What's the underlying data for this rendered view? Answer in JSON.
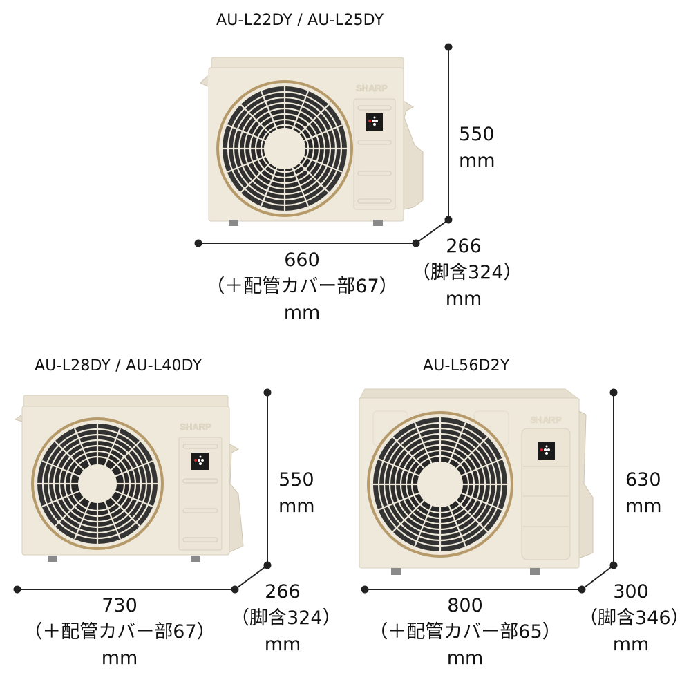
{
  "units": [
    {
      "model": "AU-L22DY / AU-L25DY",
      "height": {
        "value": "550",
        "unit": "mm"
      },
      "width": {
        "value": "660",
        "note": "（＋配管カバー部67）",
        "unit": "mm"
      },
      "depth": {
        "value": "266",
        "note": "（脚含324）",
        "unit": "mm"
      },
      "brand": "SHARP"
    },
    {
      "model": "AU-L28DY / AU-L40DY",
      "height": {
        "value": "550",
        "unit": "mm"
      },
      "width": {
        "value": "730",
        "note": "（＋配管カバー部67）",
        "unit": "mm"
      },
      "depth": {
        "value": "266",
        "note": "（脚含324）",
        "unit": "mm"
      },
      "brand": "SHARP"
    },
    {
      "model": "AU-L56D2Y",
      "height": {
        "value": "630",
        "unit": "mm"
      },
      "width": {
        "value": "800",
        "note": "（＋配管カバー部65）",
        "unit": "mm"
      },
      "depth": {
        "value": "300",
        "note": "（脚含346）",
        "unit": "mm"
      },
      "brand": "SHARP"
    }
  ],
  "colors": {
    "body": "#efe9dc",
    "body_shadow": "#ddd5c4",
    "fan_ring": "#b79a6a",
    "fan_dark": "#2a2a2a",
    "line": "#222222",
    "badge": "#1a1a1a",
    "badge_red": "#e0202a"
  }
}
